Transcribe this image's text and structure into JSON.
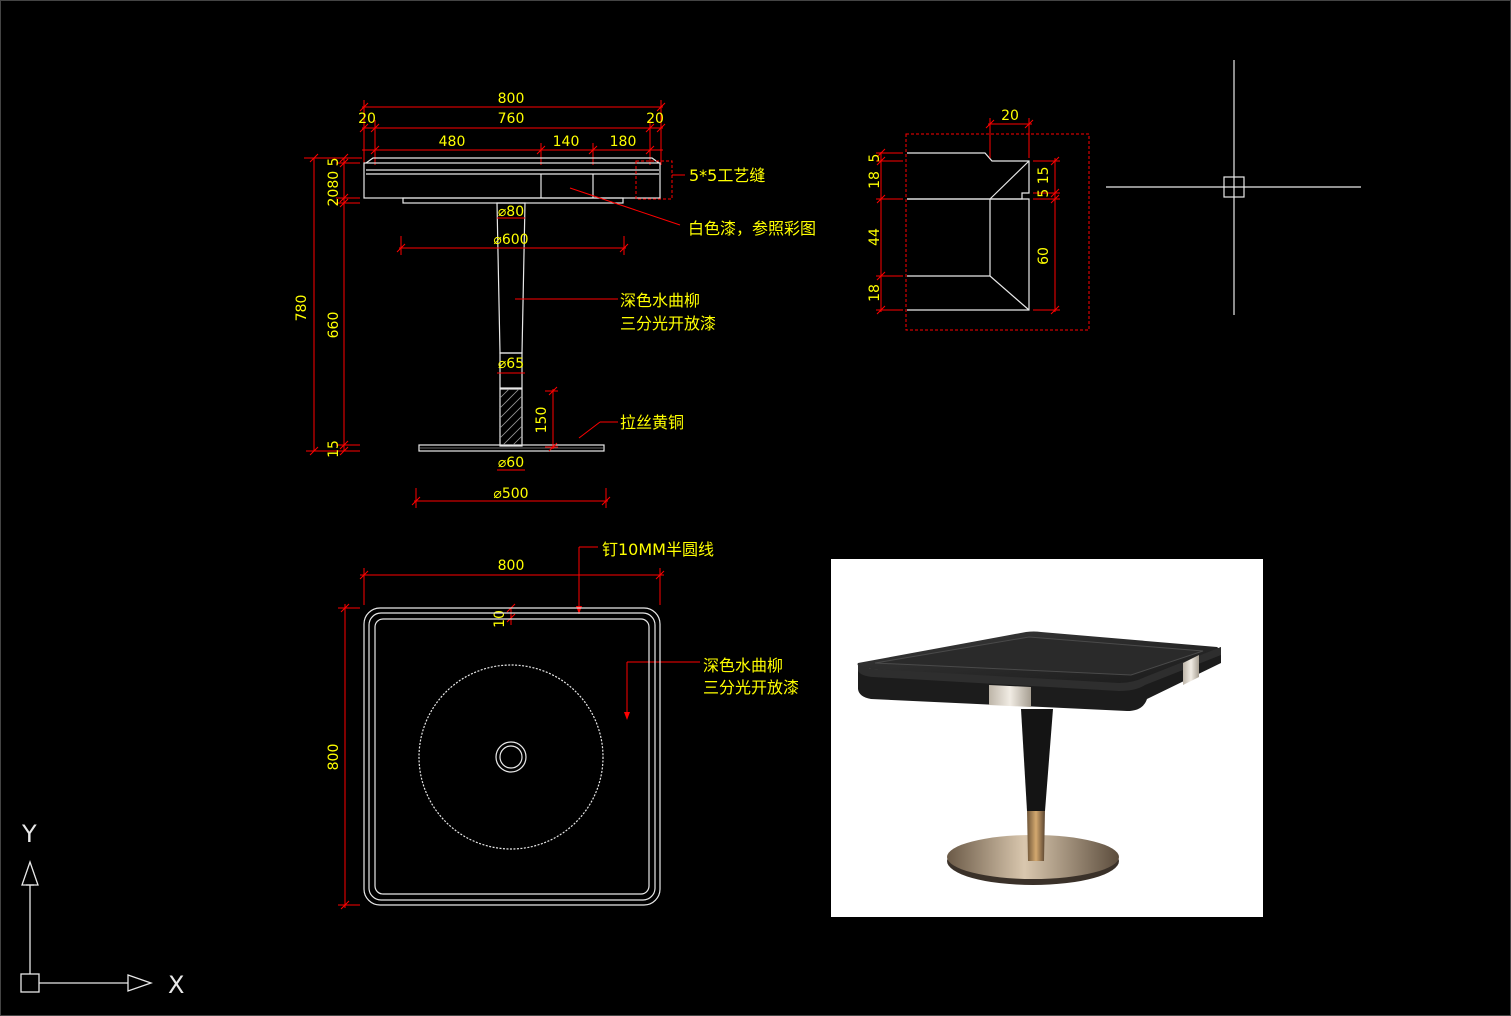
{
  "elevation": {
    "dims": {
      "overall_width": "800",
      "inner_width": "760",
      "side_left": "20",
      "side_right": "20",
      "seg1": "480",
      "seg2": "140",
      "seg3": "180",
      "top_stack": "2080 5",
      "total_height": "780",
      "column_height": "660",
      "base_thk": "15",
      "d80": "⌀80",
      "d600": "⌀600",
      "d65": "⌀65",
      "h150": "150",
      "d60": "⌀60",
      "d500": "⌀500"
    },
    "notes": {
      "groove": "5*5工艺缝",
      "white_paint": "白色漆，参照彩图",
      "wood_line1": "深色水曲柳",
      "wood_line2": "三分光开放漆",
      "brass": "拉丝黄铜"
    }
  },
  "section": {
    "dims": {
      "w20": "20",
      "v5": "5",
      "v18a": "18",
      "v44": "44",
      "v18b": "18",
      "r5_15": "5 15",
      "r60": "60"
    }
  },
  "plan": {
    "dims": {
      "width": "800",
      "height": "800",
      "edge": "10"
    },
    "notes": {
      "nail_line": "钉10MM半圆线",
      "wood_line1": "深色水曲柳",
      "wood_line2": "三分光开放漆"
    }
  },
  "ucs": {
    "x_label": "X",
    "y_label": "Y"
  },
  "colors": {
    "background": "#000000",
    "dimension": "#ff0000",
    "text": "#ffff00",
    "geometry": "#e8e8e8"
  }
}
